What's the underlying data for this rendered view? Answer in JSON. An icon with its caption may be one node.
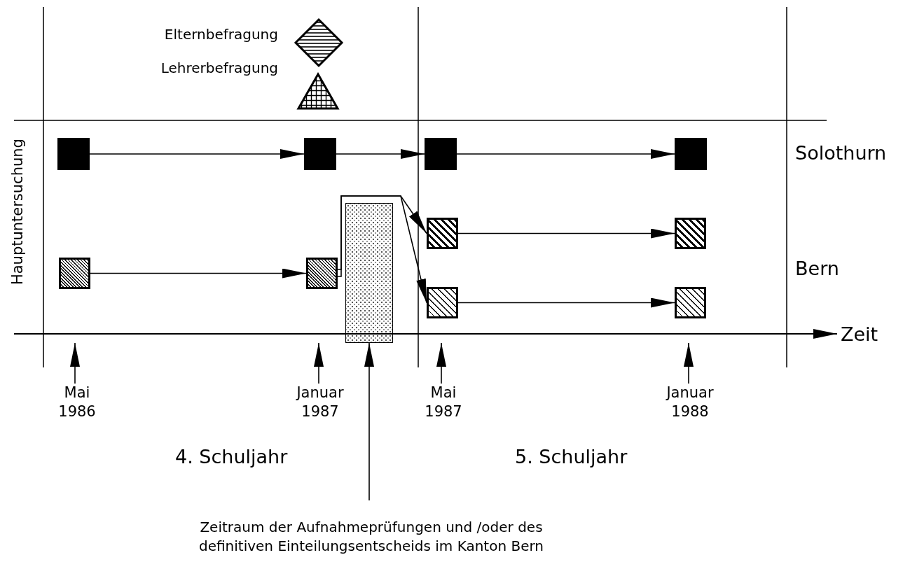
{
  "diagram": {
    "caption": "Zeitraum der Aufnahmeprüfungen und /oder  des definitiven Einteilungsentscheids im Kanton Bern",
    "nodes": [
      {
        "text": [],
        "shape": "box"
      },
      {
        "text": [],
        "shape": "box"
      },
      {
        "text": [],
        "shape": "box"
      },
      {
        "text": [],
        "shape": "box"
      },
      {
        "text": [],
        "shape": "box"
      },
      {
        "text": [],
        "shape": "box"
      },
      {
        "text": [],
        "shape": "box"
      },
      {
        "text": [],
        "shape": "box"
      },
      {
        "text": [],
        "shape": "box"
      },
      {
        "text": [],
        "shape": "box"
      },
      {
        "text": [],
        "shape": "bar"
      },
      {
        "text": [
          "Mai 1986"
        ]
      },
      {
        "text": [
          "Januar 1987"
        ]
      },
      {
        "text": [
          "Mai 1987"
        ]
      },
      {
        "text": [
          "Januar 1988"
        ]
      }
    ],
    "edges": [
      {
        "from": 0,
        "to": 1,
        "arrow": "to"
      },
      {
        "from": 1,
        "to": 2,
        "arrow": "to"
      },
      {
        "from": 2,
        "to": 3,
        "arrow": "to"
      },
      {
        "from": 4,
        "to": 5,
        "arrow": "to"
      },
      {
        "from": 5,
        "to": 6,
        "arrow": "to"
      },
      {
        "from": 5,
        "to": 8,
        "arrow": "to"
      },
      {
        "from": 6,
        "to": 7,
        "arrow": "to"
      },
      {
        "from": 8,
        "to": 9,
        "arrow": "to"
      },
      {
        "from": null,
        "to": 10,
        "arrow": "to"
      },
      {
        "from": 11,
        "to": null,
        "arrow": "to"
      },
      {
        "from": 12,
        "to": null,
        "arrow": "to"
      },
      {
        "from": 13,
        "to": null,
        "arrow": "to"
      },
      {
        "from": 14,
        "to": null,
        "arrow": "to"
      }
    ],
    "labels": [
      "Hauptuntersuchung",
      "Solothurn",
      "Bern",
      "Zeit",
      "4. Schuljahr",
      "5. Schuljahr"
    ],
    "legend": [
      {
        "text": "Elternbefragung"
      },
      {
        "text": "Lehrerbefragung"
      }
    ]
  }
}
